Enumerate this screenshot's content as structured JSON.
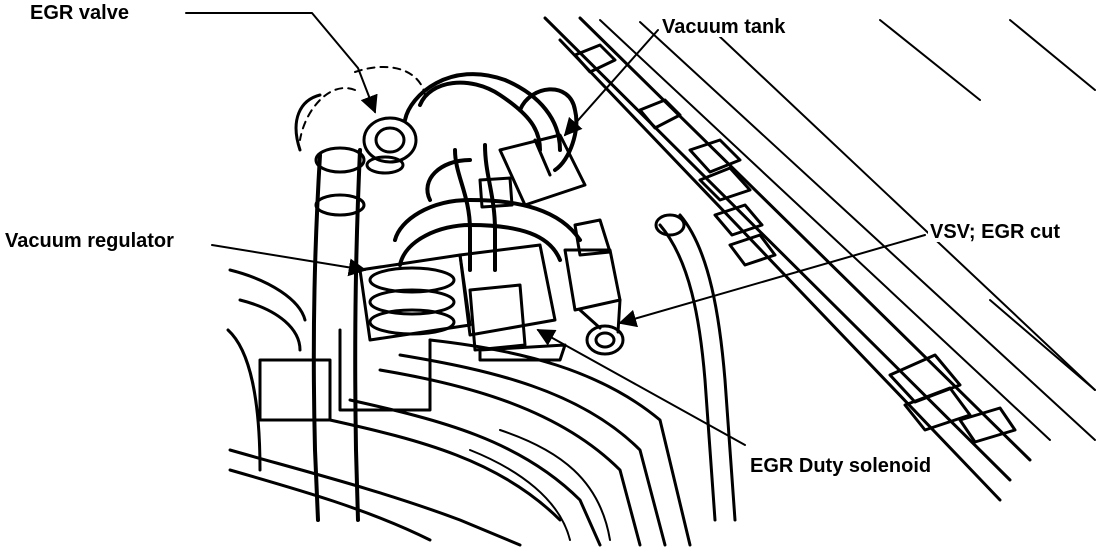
{
  "labels": {
    "egr_valve": "EGR valve",
    "vacuum_tank": "Vacuum tank",
    "vacuum_regulator": "Vacuum regulator",
    "vsv_egr_cut": "VSV; EGR cut",
    "egr_duty_solenoid": "EGR Duty solenoid"
  },
  "colors": {
    "ink": "#000000",
    "paper": "#ffffff"
  }
}
